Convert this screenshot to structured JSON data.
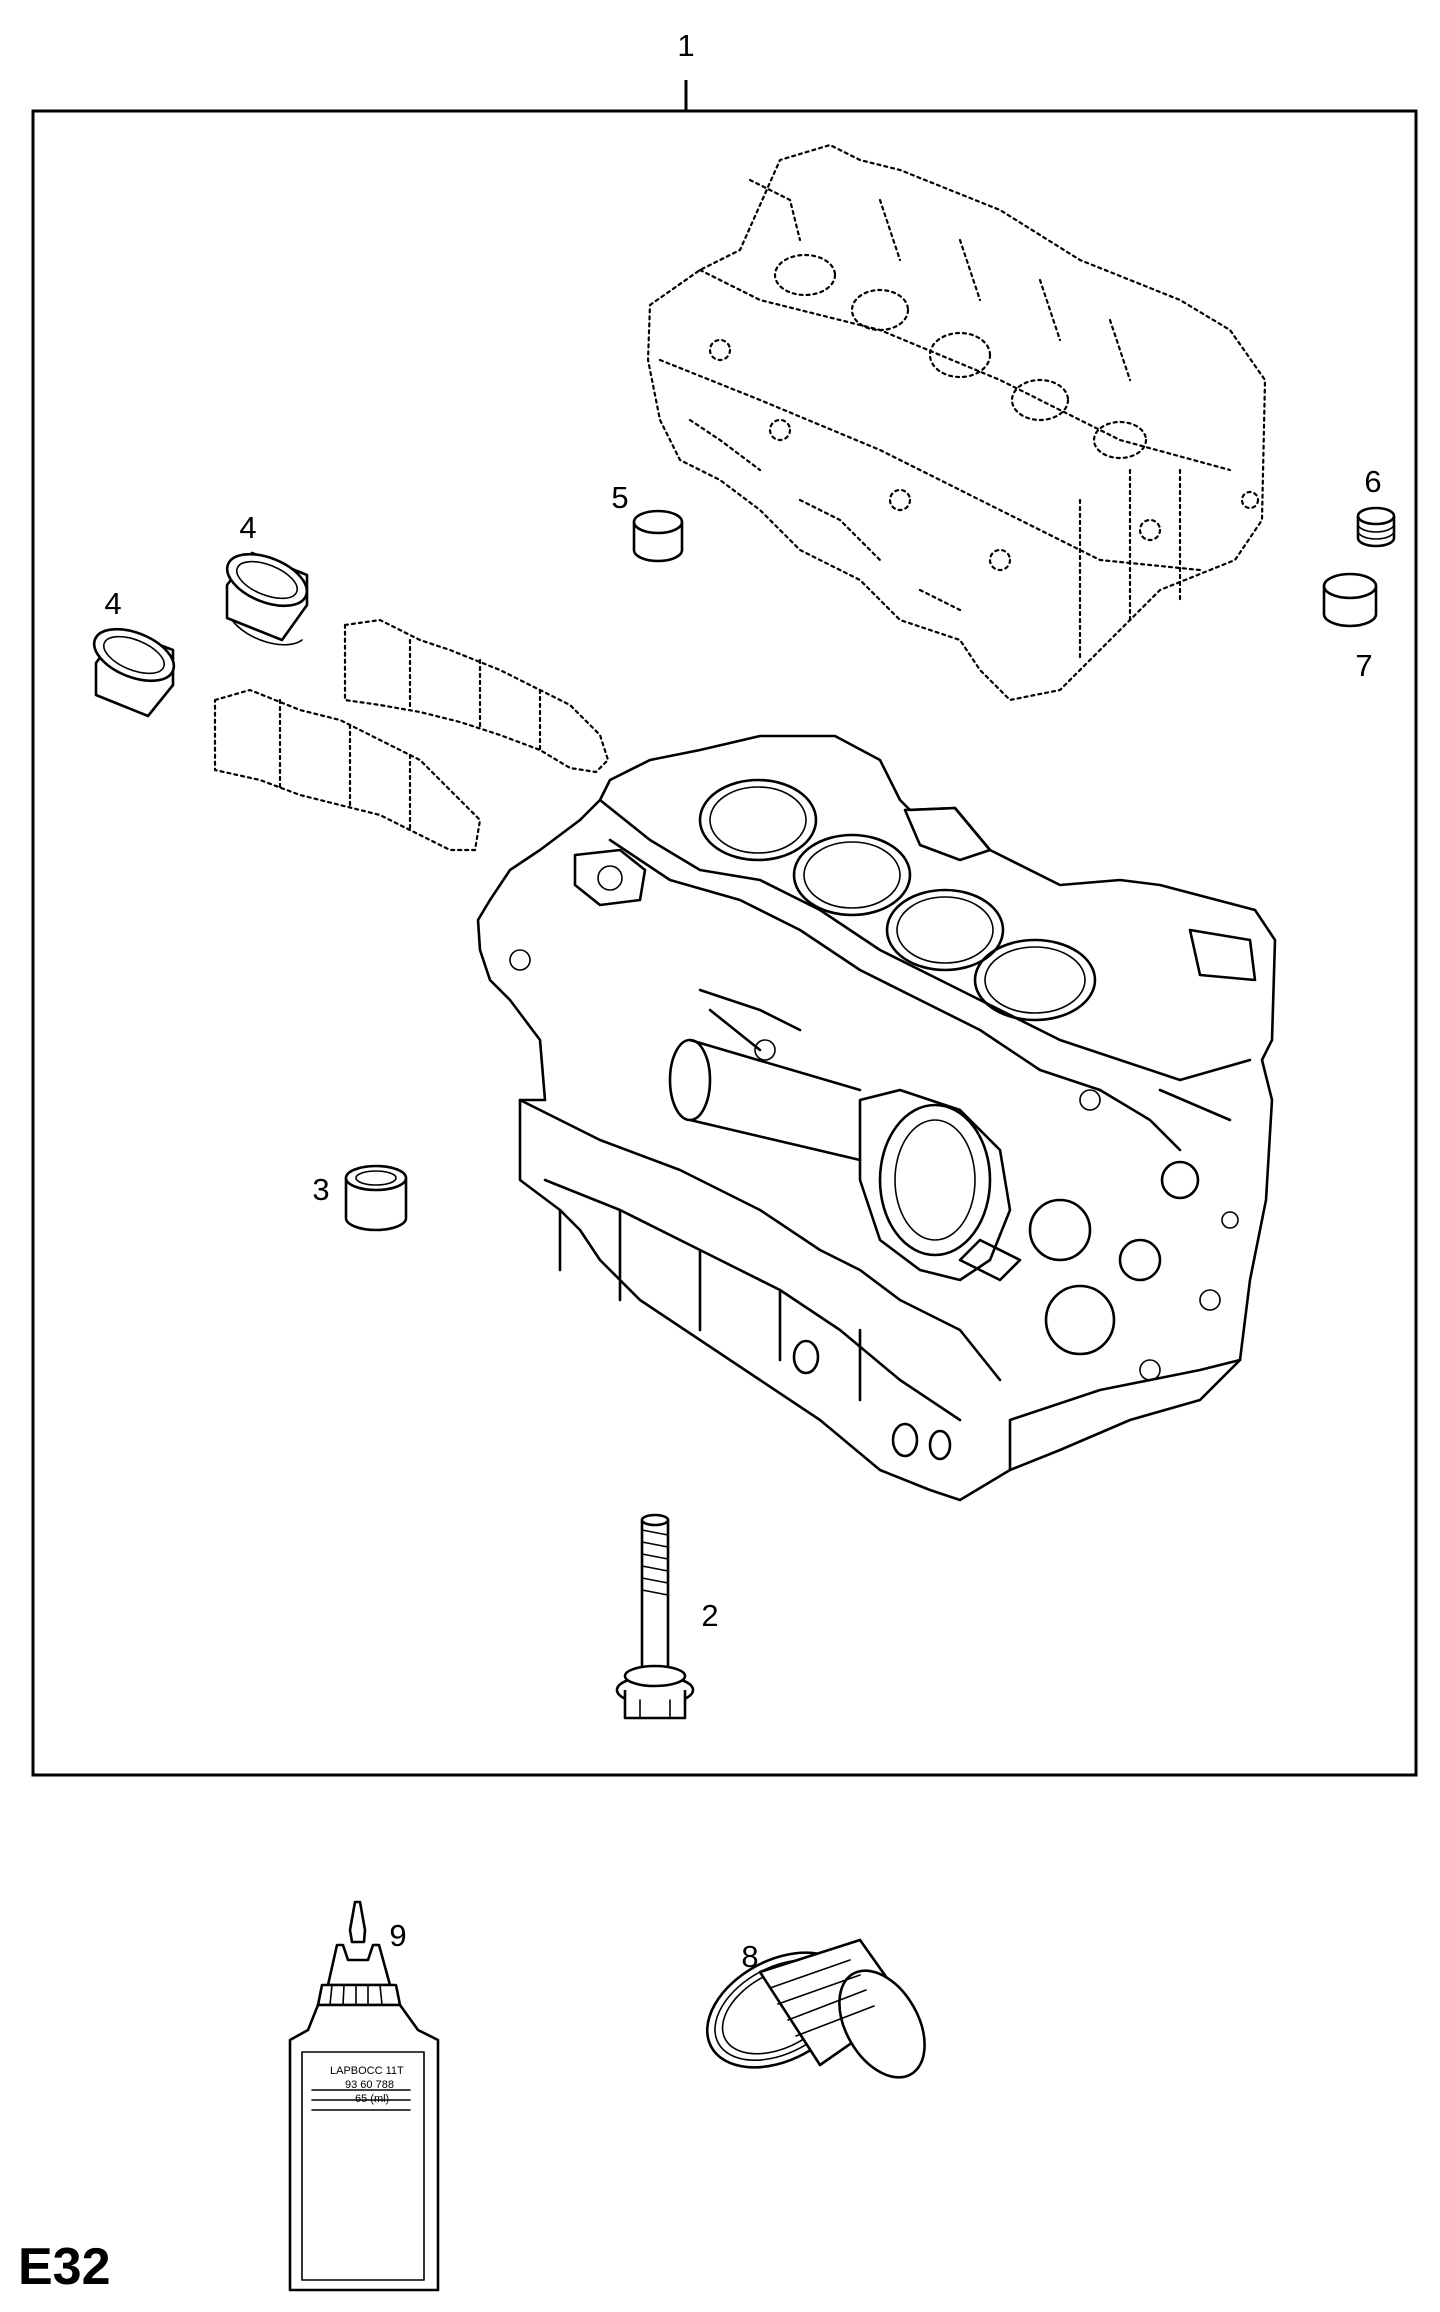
{
  "diagram": {
    "page_code": "E32",
    "callouts": {
      "c1": "1",
      "c2": "2",
      "c3": "3",
      "c4a": "4",
      "c4b": "4",
      "c5": "5",
      "c6": "6",
      "c7": "7",
      "c8": "8",
      "c9": "9"
    },
    "bottle_label": [
      "LAPBOCC 11T",
      "93 60 788",
      "65 (ml)"
    ]
  }
}
